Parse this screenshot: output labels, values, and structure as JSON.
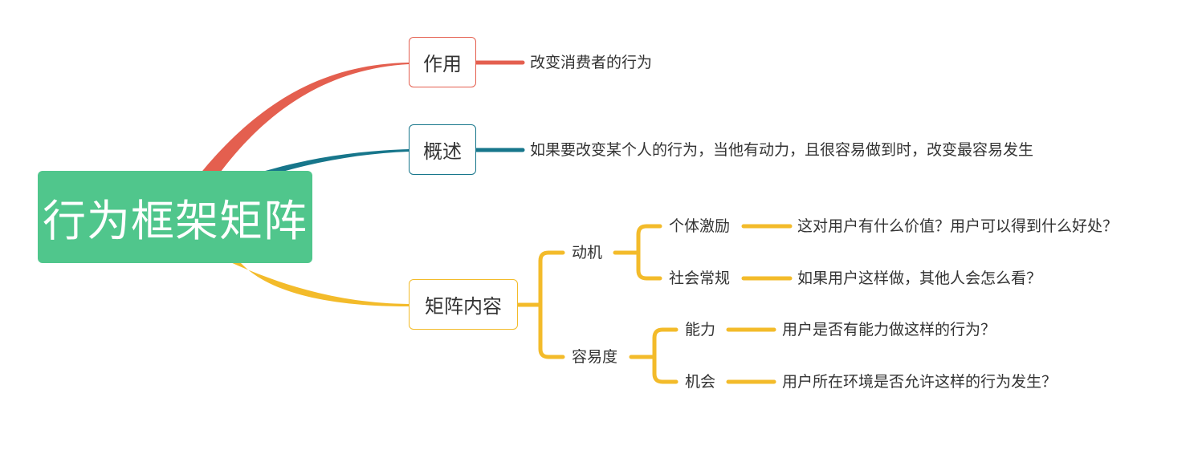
{
  "root": {
    "title": "行为框架矩阵"
  },
  "branches": [
    {
      "label": "作用",
      "color": "#e45f4f",
      "description": "改变消费者的行为"
    },
    {
      "label": "概述",
      "color": "#17768b",
      "description": "如果要改变某个人的行为，当他有动力，且很容易做到时，改变最容易发生"
    },
    {
      "label": "矩阵内容",
      "color": "#f3bb2a",
      "groups": [
        {
          "label": "动机",
          "items": [
            {
              "label": "个体激励",
              "question": "这对用户有什么价值？用户可以得到什么好处？"
            },
            {
              "label": "社会常规",
              "question": "如果用户这样做，其他人会怎么看？"
            }
          ]
        },
        {
          "label": "容易度",
          "items": [
            {
              "label": "能力",
              "question": "用户是否有能力做这样的行为？"
            },
            {
              "label": "机会",
              "question": "用户所在环境是否允许这样的行为发生？"
            }
          ]
        }
      ]
    }
  ]
}
